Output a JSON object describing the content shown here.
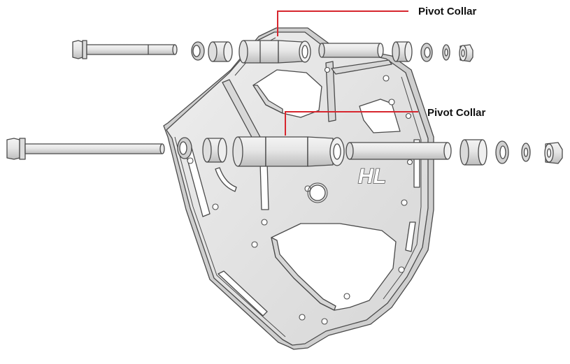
{
  "callouts": [
    {
      "label": "Pivot Collar"
    },
    {
      "label": "Pivot Collar"
    }
  ],
  "logo": "HL",
  "colors": {
    "leader_line": "#d7262e",
    "outline": "#4a4a4a",
    "part_fill": "#e4e4e4",
    "part_shade": "#c9c9c9",
    "background": "#ffffff"
  }
}
